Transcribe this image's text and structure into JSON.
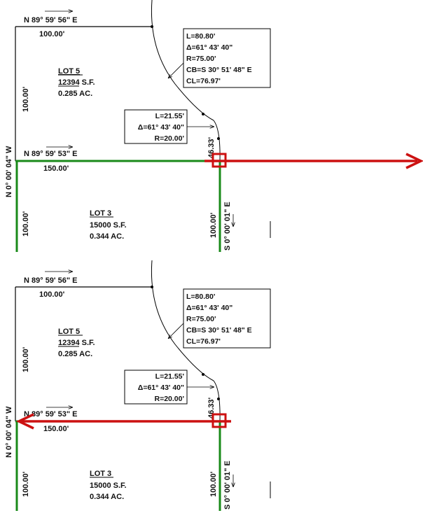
{
  "colors": {
    "line": "#000000",
    "highlight_line": "#1a8a1a",
    "arrow": "#cc1111"
  },
  "panels": [
    {
      "top_bearing": "N 89° 59' 56\" E",
      "top_distance": "100.00'",
      "lot5_title": "LOT 5",
      "lot5_area_sf": "12394 S.F.",
      "lot5_area_ac": "0.285 AC.",
      "west_distance_upper": "100.00'",
      "west_bearing": "N 0° 00' 04\" W",
      "mid_bearing": "N 89° 59' 53\" E",
      "mid_distance": "150.00'",
      "curve1": [
        "L=80.80'",
        "Δ=61° 43' 40\"",
        "R=75.00'",
        "CB=S 30° 51' 48\" E",
        "CL=76.97'"
      ],
      "curve2": [
        "L=21.55'",
        "Δ=61° 43' 40\"",
        "R=20.00'"
      ],
      "small_dist": "46.33'",
      "lot3_title": "LOT 3",
      "lot3_area_sf": "15000 S.F.",
      "lot3_area_ac": "0.344 AC.",
      "west_distance_lower": "100.00'",
      "east_distance": "100.00'",
      "east_bearing": "S 0° 00' 01\" E",
      "arrow_direction": "east"
    },
    {
      "top_bearing": "N 89° 59' 56\" E",
      "top_distance": "100.00'",
      "lot5_title": "LOT 5",
      "lot5_area_sf": "12394 S.F.",
      "lot5_area_ac": "0.285 AC.",
      "west_distance_upper": "100.00'",
      "west_bearing": "N 0° 00' 04\" W",
      "mid_bearing": "N 89° 59' 53\" E",
      "mid_distance": "150.00'",
      "curve1": [
        "L=80.80'",
        "Δ=61° 43' 40\"",
        "R=75.00'",
        "CB=S 30° 51' 48\" E",
        "CL=76.97'"
      ],
      "curve2": [
        "L=21.55'",
        "Δ=61° 43' 40\"",
        "R=20.00'"
      ],
      "small_dist": "46.33'",
      "lot3_title": "LOT 3",
      "lot3_area_sf": "15000 S.F.",
      "lot3_area_ac": "0.344 AC.",
      "west_distance_lower": "100.00'",
      "east_distance": "100.00'",
      "east_bearing": "S 0° 00' 01\" E",
      "arrow_direction": "west"
    }
  ]
}
